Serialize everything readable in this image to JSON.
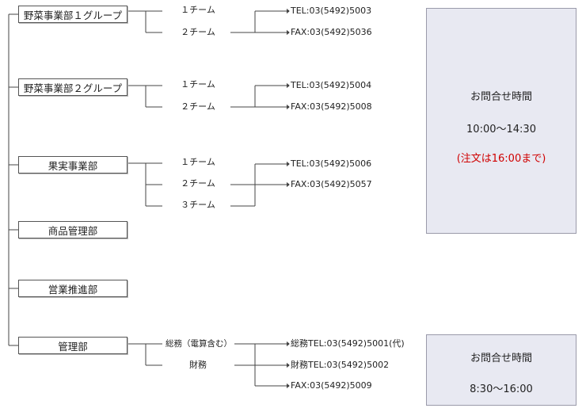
{
  "departments": [
    {
      "name": "野菜事業部１グループ",
      "teams": [
        "１チーム",
        "２チーム"
      ],
      "contacts": [
        "TEL:03(5492)5003",
        "FAX:03(5492)5036"
      ]
    },
    {
      "name": "野菜事業部２グループ",
      "teams": [
        "１チーム",
        "２チーム"
      ],
      "contacts": [
        "TEL:03(5492)5004",
        "FAX:03(5492)5008"
      ]
    },
    {
      "name": "果実事業部",
      "teams": [
        "１チーム",
        "２チーム",
        "３チーム"
      ],
      "contacts": [
        "TEL:03(5492)5006",
        "FAX:03(5492)5057"
      ]
    },
    {
      "name": "商品管理部",
      "teams": [],
      "contacts": []
    },
    {
      "name": "営業推進部",
      "teams": [],
      "contacts": []
    },
    {
      "name": "管理部",
      "teams": [
        "総務（電算含む）",
        "財務"
      ],
      "contacts": [
        "総務TEL:03(5492)5001(代)",
        "財務TEL:03(5492)5002",
        "FAX:03(5492)5009"
      ]
    }
  ],
  "hours_sales": {
    "title": "お問合せ時間",
    "time": "10:00〜14:30",
    "note": "(注文は16:00まで)",
    "note_color": "#d00000"
  },
  "hours_admin": {
    "title": "お問合せ時間",
    "time": "8:30〜16:00"
  },
  "colors": {
    "line": "#444444",
    "panel_bg": "#e8e9f2",
    "panel_border": "#9a9aaa"
  }
}
